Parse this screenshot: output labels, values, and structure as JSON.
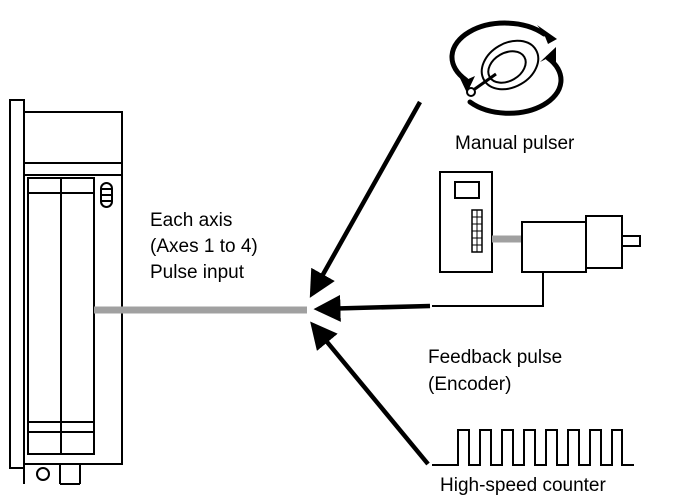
{
  "labels": {
    "each_axis": "Each axis",
    "axes_range": "(Axes 1 to 4)",
    "pulse_input": "Pulse input",
    "manual_pulser": "Manual pulser",
    "feedback_pulse": "Feedback pulse",
    "encoder": "(Encoder)",
    "high_speed_counter": "High-speed counter"
  },
  "icons": {
    "module": "plc-module-icon",
    "pulser": "manual-pulser-dial-icon",
    "servo": "servo-amplifier-motor-icon",
    "pulse_train": "pulse-train-waveform-icon"
  },
  "colors": {
    "line": "#000000",
    "cable": "#a0a0a0",
    "background": "#ffffff"
  }
}
